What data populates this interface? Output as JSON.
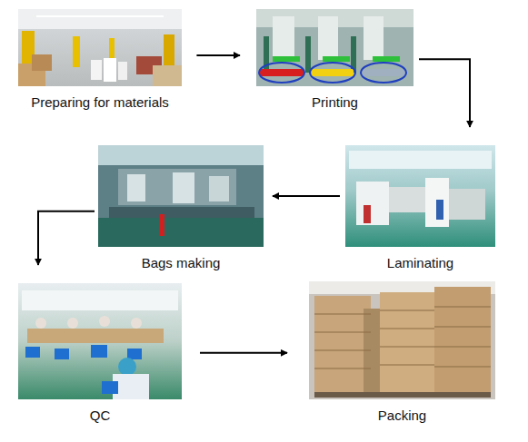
{
  "diagram": {
    "nodes": [
      {
        "text": [
          "Preparing for materials"
        ]
      },
      {
        "text": [
          "Printing"
        ]
      },
      {
        "text": [
          "Laminating"
        ]
      },
      {
        "text": [
          "Bags making"
        ]
      },
      {
        "text": [
          "QC"
        ]
      },
      {
        "text": [
          "Packing"
        ]
      }
    ],
    "edges": [
      {
        "from": 0,
        "to": 1,
        "arrow": "to"
      },
      {
        "from": 1,
        "to": 2,
        "arrow": "to"
      },
      {
        "from": 2,
        "to": 3,
        "arrow": "to"
      },
      {
        "from": 3,
        "to": 4,
        "arrow": "to"
      },
      {
        "from": 4,
        "to": 5,
        "arrow": "to"
      }
    ]
  }
}
